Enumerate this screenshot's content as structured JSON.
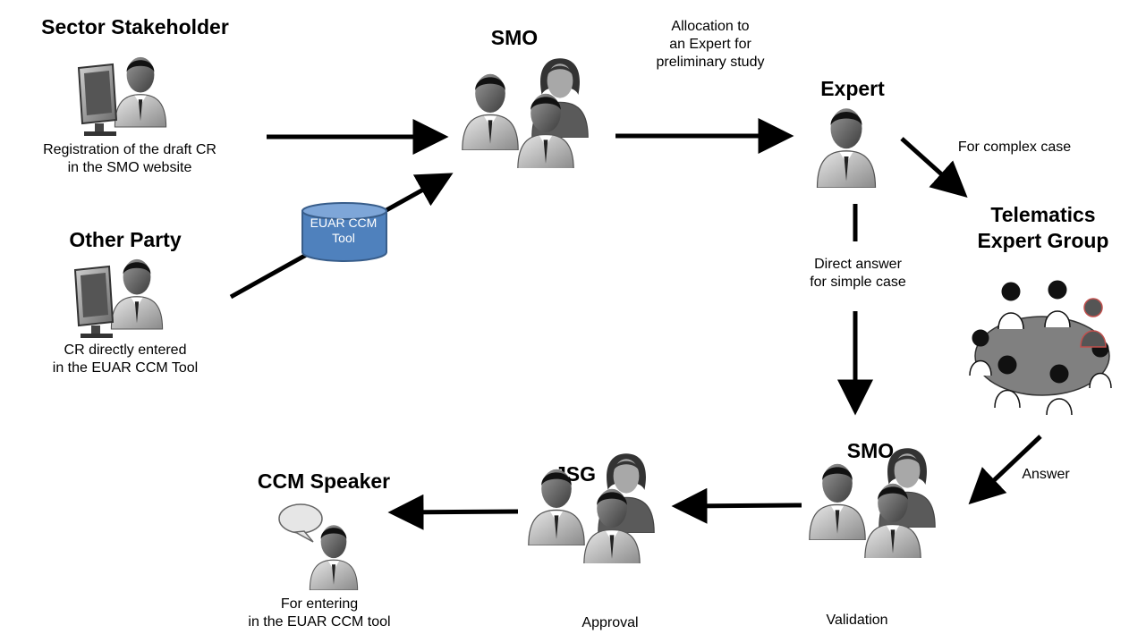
{
  "nodes": {
    "sector_stakeholder": {
      "title": "Sector Stakeholder",
      "caption_lines": [
        "Registration of the draft CR",
        "in the SMO website"
      ]
    },
    "other_party": {
      "title": "Other Party",
      "caption_lines": [
        "CR directly entered",
        "in the EUAR CCM Tool"
      ]
    },
    "smo_top": {
      "title": "SMO"
    },
    "expert": {
      "title": "Expert"
    },
    "telematics_group": {
      "title_lines": [
        "Telematics",
        "Expert Group"
      ]
    },
    "smo_bottom": {
      "title": "SMO",
      "caption": "Validation"
    },
    "jsg": {
      "title": "JSG",
      "caption": "Approval"
    },
    "ccm_speaker": {
      "title": "CCM Speaker",
      "caption_lines": [
        "For entering",
        "in the EUAR CCM tool"
      ]
    }
  },
  "tool": {
    "label_lines": [
      "EUAR CCM",
      "Tool"
    ]
  },
  "edge_labels": {
    "allocation": [
      "Allocation to",
      "an Expert for",
      "preliminary study"
    ],
    "complex": "For complex case",
    "direct": [
      "Direct answer",
      "for simple case"
    ],
    "answer": "Answer"
  },
  "colors": {
    "tool_fill": "#4f81bd",
    "tool_top": "#7ea6d8",
    "tool_stroke": "#385d8a",
    "arrow": "#000000",
    "highlight_person": "#c0504d",
    "table": "#808080"
  }
}
